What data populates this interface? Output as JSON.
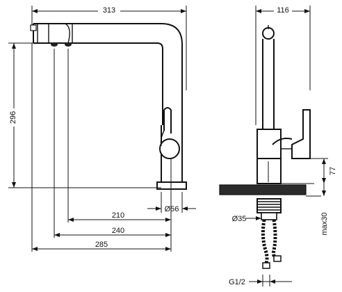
{
  "drawing": {
    "dimensions": {
      "top_width_left": "313",
      "left_height": "296",
      "d_210": "210",
      "d_240": "240",
      "d_285": "285",
      "d_56": "Ø56",
      "top_width_right": "116",
      "h_77": "77",
      "d_35": "Ø35",
      "max30": "max30",
      "g12": "G1/2"
    }
  }
}
